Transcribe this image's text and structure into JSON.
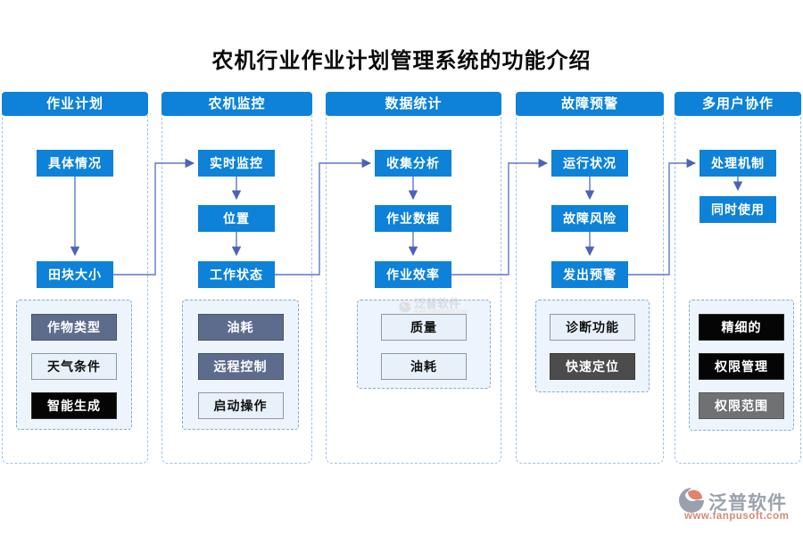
{
  "title": "农机行业作业计划管理系统的功能介绍",
  "columns": [
    {
      "id": "operation-plan",
      "header": "作业计划",
      "flow": [
        "具体情况",
        "田块大小"
      ],
      "features": [
        {
          "label": "作物类型",
          "style": "slate"
        },
        {
          "label": "天气条件",
          "style": "light"
        },
        {
          "label": "智能生成",
          "style": "black"
        }
      ]
    },
    {
      "id": "machine-monitoring",
      "header": "农机监控",
      "flow": [
        "实时监控",
        "位置",
        "工作状态"
      ],
      "features": [
        {
          "label": "油耗",
          "style": "slate"
        },
        {
          "label": "远程控制",
          "style": "slate"
        },
        {
          "label": "启动操作",
          "style": "light"
        }
      ]
    },
    {
      "id": "data-statistics",
      "header": "数据统计",
      "flow": [
        "收集分析",
        "作业数据",
        "作业效率"
      ],
      "features": [
        {
          "label": "质量",
          "style": "light"
        },
        {
          "label": "油耗",
          "style": "light"
        }
      ]
    },
    {
      "id": "fault-warning",
      "header": "故障预警",
      "flow": [
        "运行状况",
        "故障风险",
        "发出预警"
      ],
      "features": [
        {
          "label": "诊断功能",
          "style": "light"
        },
        {
          "label": "快速定位",
          "style": "darkgray"
        }
      ]
    },
    {
      "id": "multi-user-collaboration",
      "header": "多用户协作",
      "flow": [
        "处理机制",
        "同时使用"
      ],
      "features": [
        {
          "label": "精细的",
          "style": "black"
        },
        {
          "label": "权限管理",
          "style": "black"
        },
        {
          "label": "权限范围",
          "style": "midgray"
        }
      ]
    }
  ],
  "watermark": {
    "brand": "泛普软件",
    "sub": "www.fanpusoft.com"
  },
  "footer": {
    "brand": "泛普软件",
    "url": "www.fanpusoft.com"
  },
  "colors": {
    "primary_blue": "#0d82d8",
    "connector_line": "#5b79c9",
    "connector_arrow": "#4a63b8",
    "column_border": "#9fc0e4",
    "sub_box_border": "#85a9d6",
    "sub_box_bg": "#edf4fb",
    "slate_box": "#5d6c8d",
    "light_box": "#e8f1f9",
    "black_box": "#050505",
    "darkgray_box": "#4c4c4c",
    "midgray_box": "#6f7173",
    "footer_brand": "#9aa2ad",
    "footer_url": "#d98875"
  }
}
